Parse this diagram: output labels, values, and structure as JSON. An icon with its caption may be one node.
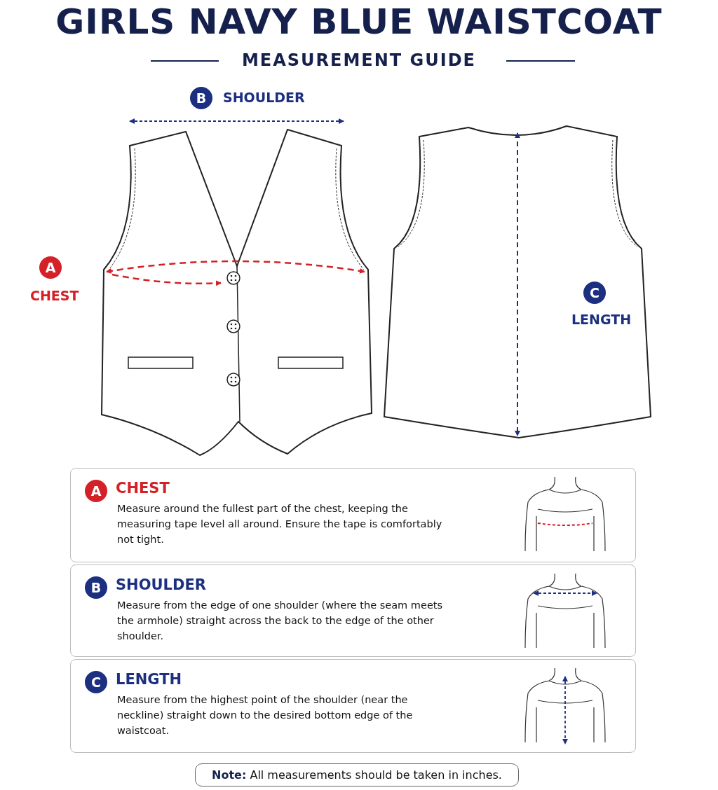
{
  "diagram": {
    "title": "GIRLS NAVY BLUE WAISTCOAT",
    "nodes": [
      {
        "text": [
          "B"
        ],
        "beside": [
          "SHOULDER"
        ]
      },
      {
        "text": [
          "A"
        ],
        "beside": [
          "CHEST"
        ]
      },
      {
        "text": [
          "C"
        ],
        "beside": [
          "LENGTH"
        ]
      },
      {
        "text": [
          "CHEST",
          "Measure around the fullest part of the chest, keeping the measuring tape level all around. Ensure the tape is comfortably not tight."
        ]
      },
      {
        "text": [
          "A"
        ],
        "in": 3
      },
      {
        "text": [
          "SHOULDER",
          "Measure from the edge of one shoulder (where the seam meets the armhole) straight across the back to the edge of the other shoulder."
        ]
      },
      {
        "text": [
          "B"
        ],
        "in": 5
      },
      {
        "text": [
          "LENGTH",
          "Measure from the highest point of the shoulder (near the neckline) straight down to the desired bottom edge of the waistcoat."
        ]
      },
      {
        "text": [
          "C"
        ],
        "in": 7
      },
      {
        "text": [
          "**Note:** All measurements should be taken in inches."
        ]
      }
    ],
    "labels": [
      "MEASUREMENT GUIDE"
    ]
  }
}
